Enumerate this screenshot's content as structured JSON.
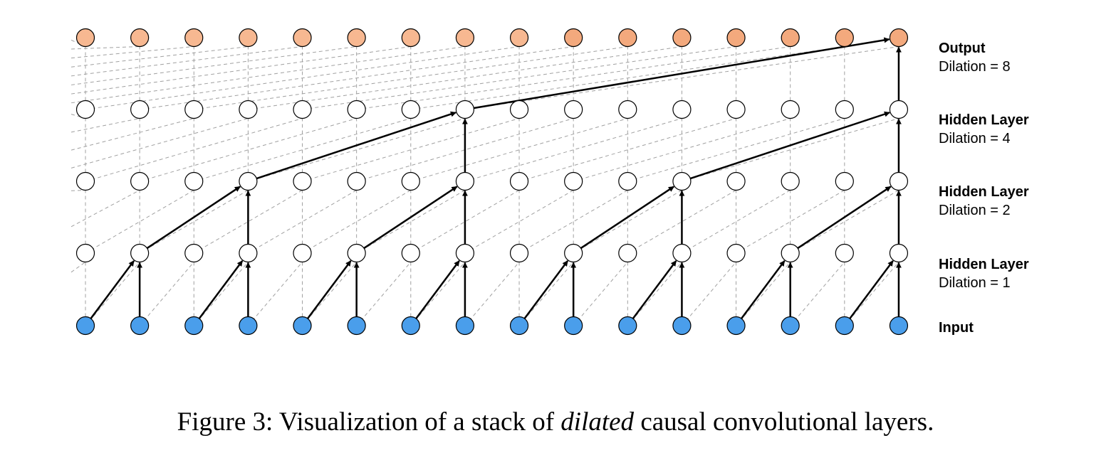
{
  "colors": {
    "input_node": "#4a9eeb",
    "output_node_light": "#f7b891",
    "output_node_strong": "#f3a97d",
    "hidden_node": "#ffffff",
    "node_stroke": "#000000",
    "arrow": "#000000",
    "dashed_connection": "#a0a0a0"
  },
  "diagram": {
    "timesteps": 16,
    "layers": [
      {
        "id": "input",
        "name": "Input",
        "dilation_text": ""
      },
      {
        "id": "hidden1",
        "name": "Hidden Layer",
        "dilation_text": "Dilation = 1",
        "dilation": 1
      },
      {
        "id": "hidden2",
        "name": "Hidden Layer",
        "dilation_text": "Dilation = 2",
        "dilation": 2
      },
      {
        "id": "hidden3",
        "name": "Hidden Layer",
        "dilation_text": "Dilation = 4",
        "dilation": 4
      },
      {
        "id": "output",
        "name": "Output",
        "dilation_text": "Dilation = 8",
        "dilation": 8
      }
    ]
  },
  "caption": {
    "prefix": "Figure 3: Visualization of a stack of ",
    "emphasis": "dilated",
    "suffix": " causal convolutional layers."
  }
}
